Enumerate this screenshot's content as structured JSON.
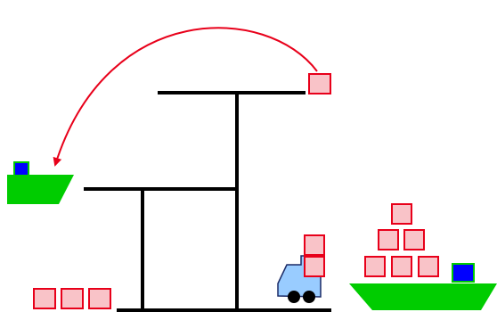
{
  "scene": {
    "colors": {
      "background": "#ffffff",
      "crane": "#000000",
      "arc": "#e8001a",
      "container_fill": "#f9c3c8",
      "container_stroke": "#e8001a",
      "ship_hull": "#00cc00",
      "ship_cabin": "#0000ff",
      "truck_body": "#99ccff",
      "truck_outline": "#1a2a66",
      "wheel": "#000000"
    },
    "icons": {
      "crane": "crane-icon",
      "arc": "curved-arrow-icon",
      "container": "container-icon",
      "ship": "ship-icon",
      "truck": "truck-icon",
      "wheel": "wheel-icon"
    },
    "groups": {
      "small_ship_cabin_count": 1,
      "ground_containers_count": 3,
      "truck_containers_count": 2,
      "large_ship_containers_count": 6,
      "large_ship_cabin_count": 1
    }
  }
}
